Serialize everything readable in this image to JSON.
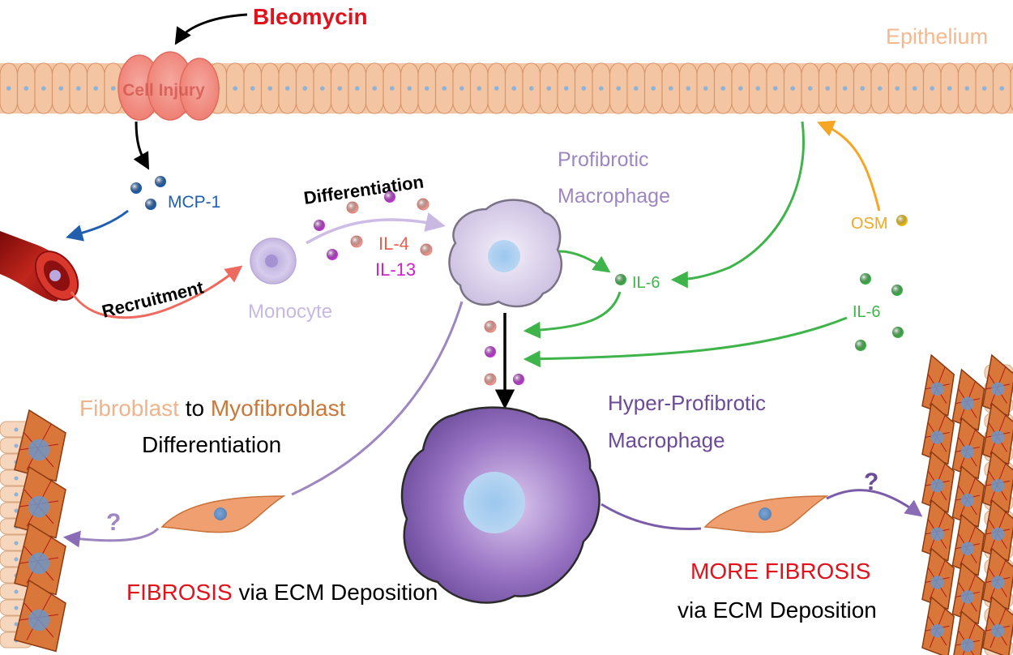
{
  "colors": {
    "red": "#e0121c",
    "epithelium_fill": "#f3c5a3",
    "epithelium_text": "#f4b98e",
    "blue": "#1f5fae",
    "green": "#3fb44a",
    "orange": "#f5a623",
    "purple_light": "#9e86c0",
    "purple_dark": "#6b4a98",
    "salmon": "#e8604f",
    "magenta": "#d020c8",
    "myofibroblast_text": "#c8783a",
    "fibroblast_text": "#f0b48c"
  },
  "labels": {
    "bleomycin": "Bleomycin",
    "epithelium": "Epithelium",
    "cell_injury": "Cell Injury",
    "mcp1": "MCP-1",
    "recruitment": "Recruitment",
    "monocyte": "Monocyte",
    "differentiation": "Differentiation",
    "il4": "IL-4",
    "il13": "IL-13",
    "profibrotic_line1": "Profibrotic",
    "profibrotic_line2": "Macrophage",
    "il6_center": "IL-6",
    "il6_right": "IL-6",
    "osm": "OSM",
    "hyper_line1": "Hyper-Profibrotic",
    "hyper_line2": "Macrophage",
    "fibroblast": "Fibroblast",
    "to": " to ",
    "myofibroblast": "Myofibroblast",
    "differentiation_line2": "Differentiation",
    "question_left": "?",
    "question_right": "?",
    "fibrosis": "FIBROSIS",
    "fibrosis_rest": " via ECM Deposition",
    "more_fibrosis": "MORE FIBROSIS",
    "more_fibrosis_line2": "via ECM Deposition"
  }
}
